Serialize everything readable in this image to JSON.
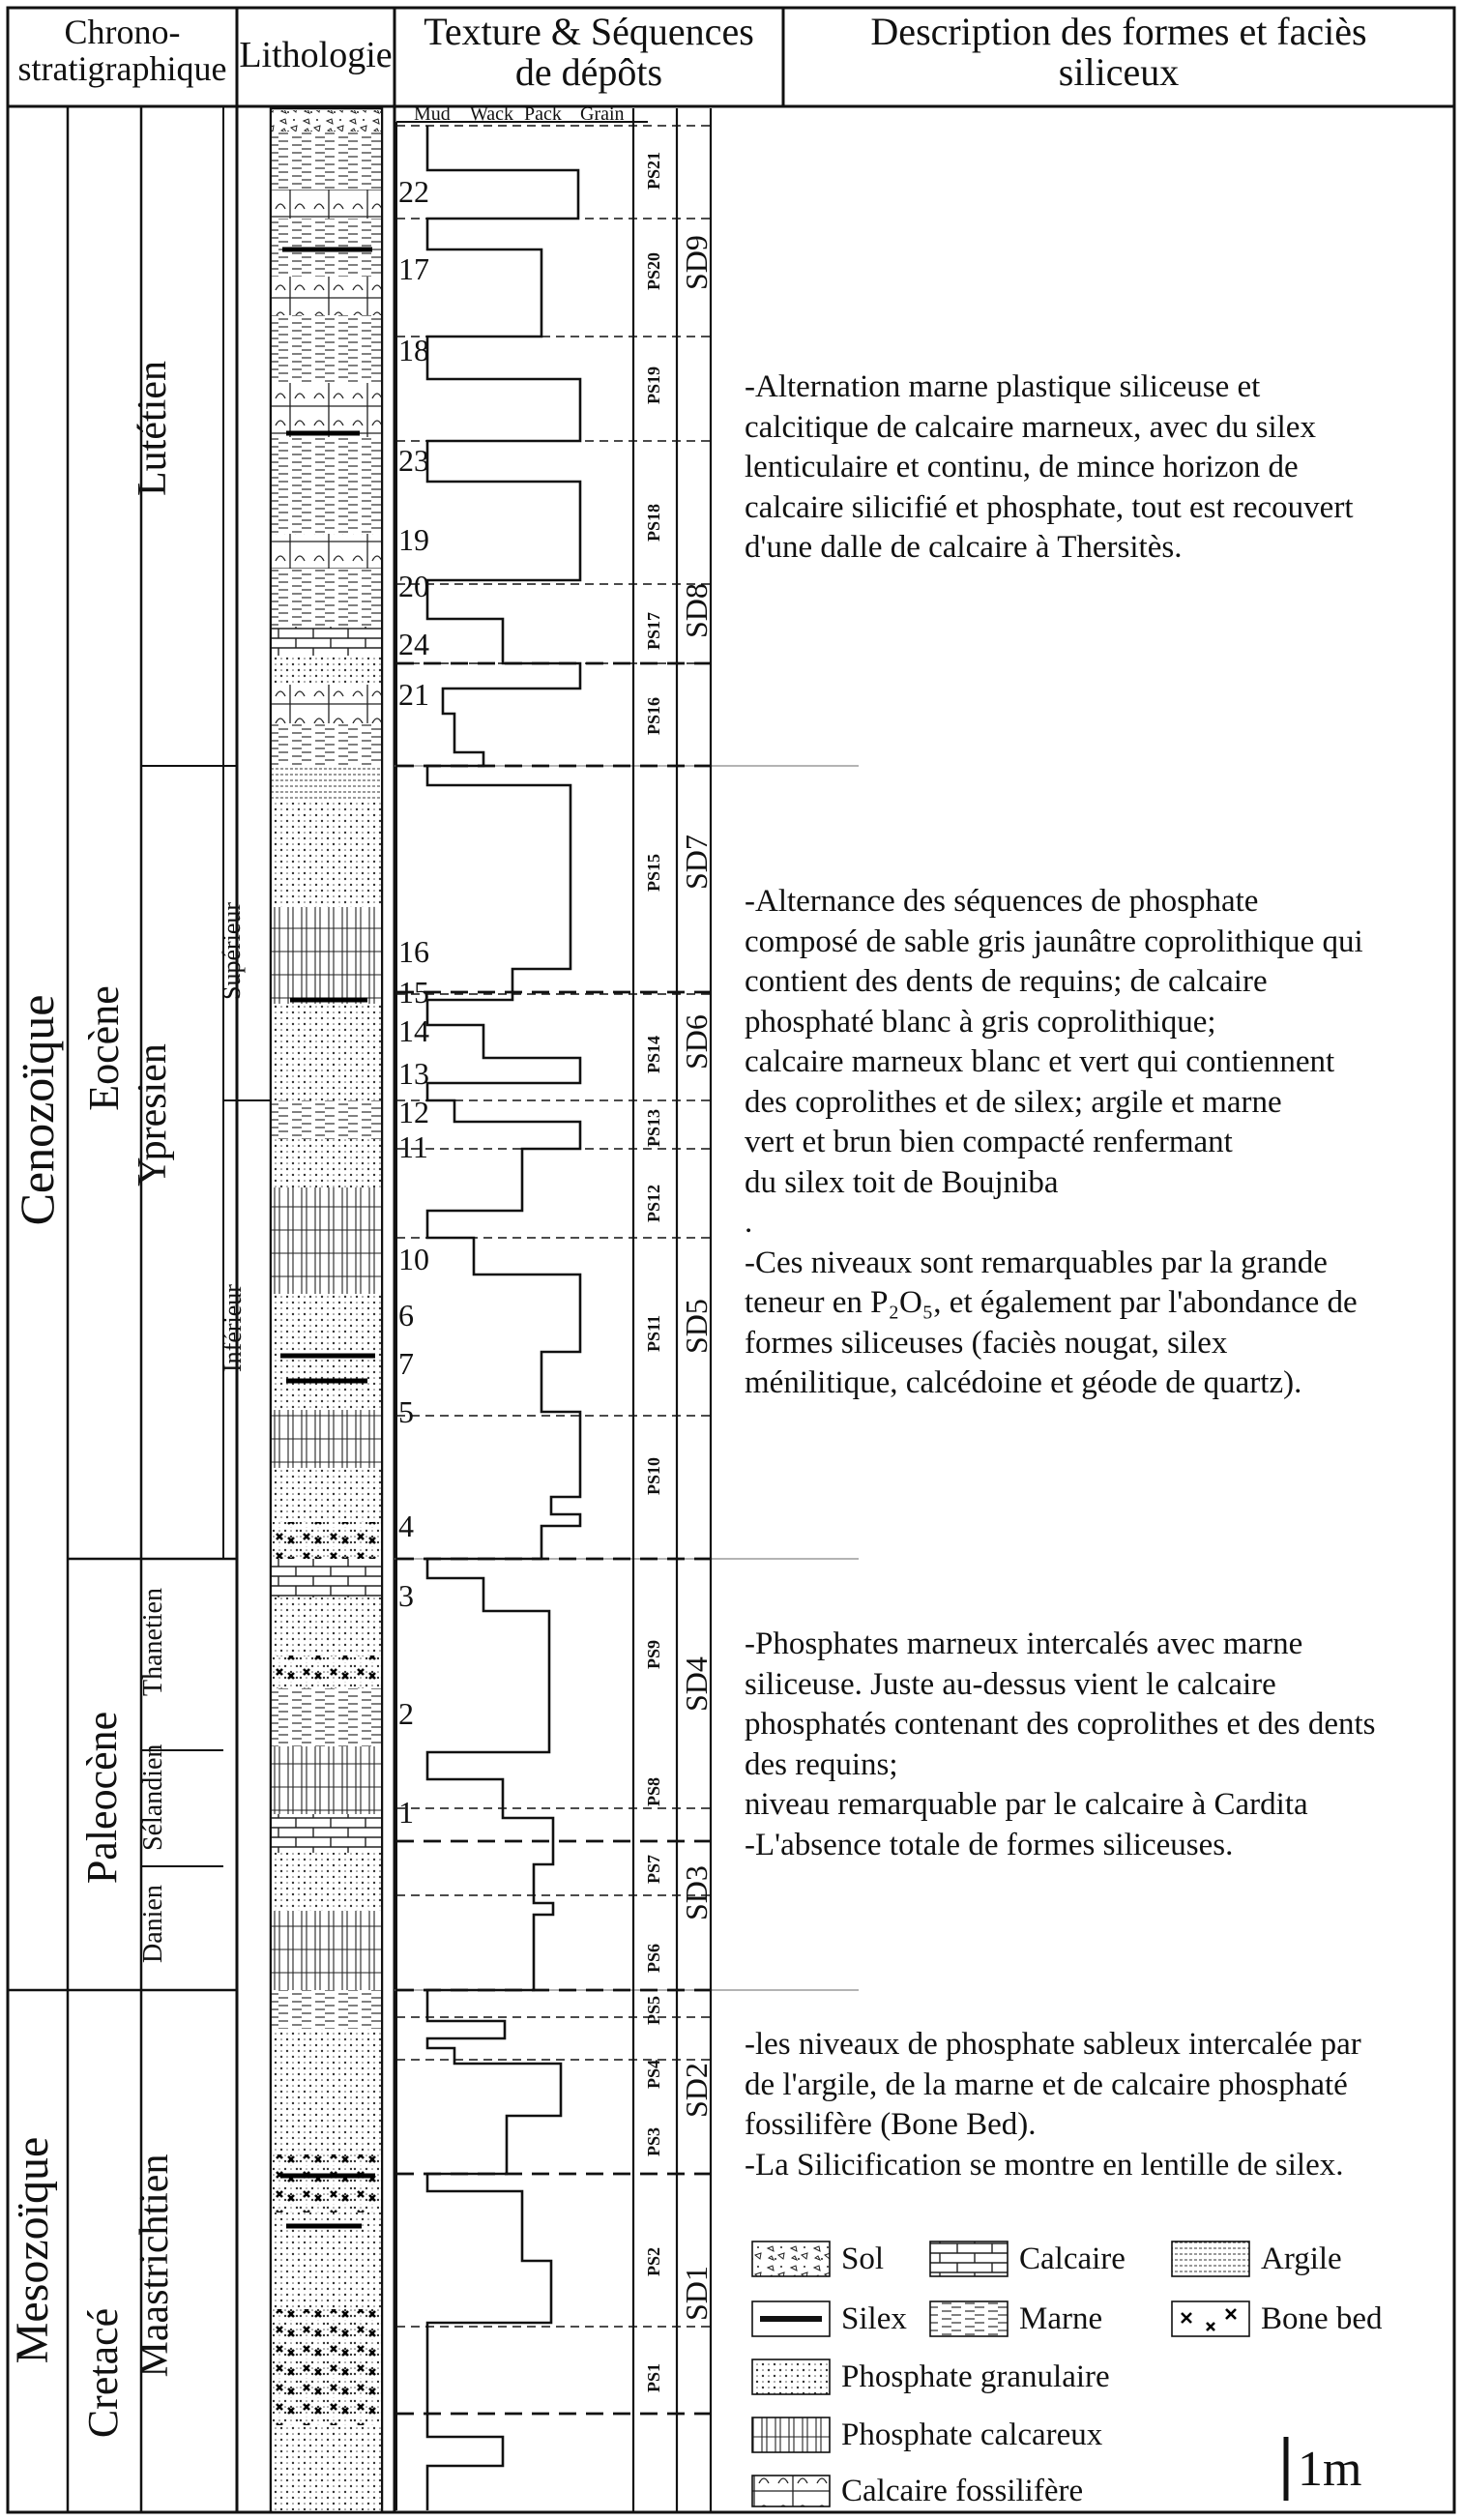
{
  "header": {
    "chrono": "Chrono-\nstratigraphique",
    "litho": "Lithologie",
    "texture": "Texture &  Séquences\nde dépôts",
    "description": "Description des formes et faciès\nsiliceux"
  },
  "texture_scale": [
    "Mud",
    "Wack",
    "Pack",
    "Grain"
  ],
  "eras": [
    "Cenozoïque",
    "Mesozoïque"
  ],
  "periods": [
    "Eocène",
    "Paleocène",
    "Cretacé"
  ],
  "stages": [
    "Lutétien",
    "Ypresien",
    "Thanetien",
    "Sélandien",
    "Danien",
    "Maastrichtien"
  ],
  "substages": [
    "Supérieur",
    "Inférieur"
  ],
  "bed_numbers": [
    "22",
    "17",
    "18",
    "23",
    "19",
    "20",
    "24",
    "21",
    "16",
    "15",
    "14",
    "13",
    "12",
    "11",
    "10",
    "6",
    "7",
    "5",
    "4",
    "3",
    "2",
    "1"
  ],
  "parasequences": [
    "PS21",
    "PS20",
    "PS19",
    "PS18",
    "PS17",
    "PS16",
    "PS15",
    "PS14",
    "PS13",
    "PS12",
    "PS11",
    "PS10",
    "PS9",
    "PS8",
    "PS7",
    "PS6",
    "PS5",
    "PS4",
    "PS3",
    "PS2",
    "PS1"
  ],
  "sequences": [
    "SD9",
    "SD8",
    "SD7",
    "SD6",
    "SD5",
    "SD4",
    "SD3",
    "SD2",
    "SD1"
  ],
  "descriptions": [
    "-Alternation marne plastique siliceuse et\ncalcitique de calcaire marneux, avec du silex\nlenticulaire et continu, de mince horizon de\ncalcaire silicifié et phosphate, tout est recouvert\nd'une dalle de calcaire à Thersitès.",
    "-Alternance des séquences de phosphate\ncomposé de sable gris jaunâtre coprolithique qui\ncontient des dents de requins; de calcaire\nphosphaté blanc à gris coprolithique;\ncalcaire marneux blanc et vert qui contiennent\ndes coprolithes et de silex; argile et marne\nvert et brun bien compacté renfermant\ndu silex toit de Boujniba\n.\n-Ces niveaux sont remarquables par la grande\nteneur en P₂O₅, et également par l'abondance de\nformes siliceuses (faciès nougat, silex\nménilitique, calcédoine et géode de quartz).",
    "-Phosphates marneux intercalés avec marne\nsiliceuse. Juste au-dessus vient le calcaire\nphosphatés contenant des coprolithes et des dents\ndes requins;\nniveau remarquable par le calcaire à Cardita\n-L'absence totale de formes siliceuses.",
    "-les niveaux de phosphate sableux intercalée par\nde l'argile, de la marne et de calcaire phosphaté\nfossilifère (Bone Bed).\n-La Silicification se montre en lentille de silex."
  ],
  "legend": {
    "sol": "Sol",
    "calcaire": "Calcaire",
    "argile": "Argile",
    "silex": "Silex",
    "marne": "Marne",
    "bone_bed": "Bone bed",
    "phosphate_granulaire": "Phosphate granulaire",
    "phosphate_calcareux": "Phosphate calcareux",
    "calcaire_fossilifere": "Calcaire fossilifère"
  },
  "scale_label": "1m"
}
